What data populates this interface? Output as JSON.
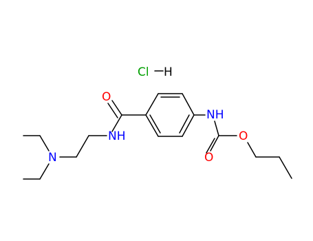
{
  "colors": {
    "bond": "#000000",
    "carbon": "#000000",
    "nitrogen": "#0000ff",
    "oxygen": "#ff0000",
    "chlorine": "#00a000",
    "hydrogen": "#000000"
  },
  "labels": {
    "salt_cl": "Cl",
    "salt_h": "H",
    "amide_o": "O",
    "amide_nh": "NH",
    "amine_n": "N",
    "carbamate_nh": "NH",
    "carbamate_o_double": "O",
    "carbamate_o_ester": "O"
  }
}
